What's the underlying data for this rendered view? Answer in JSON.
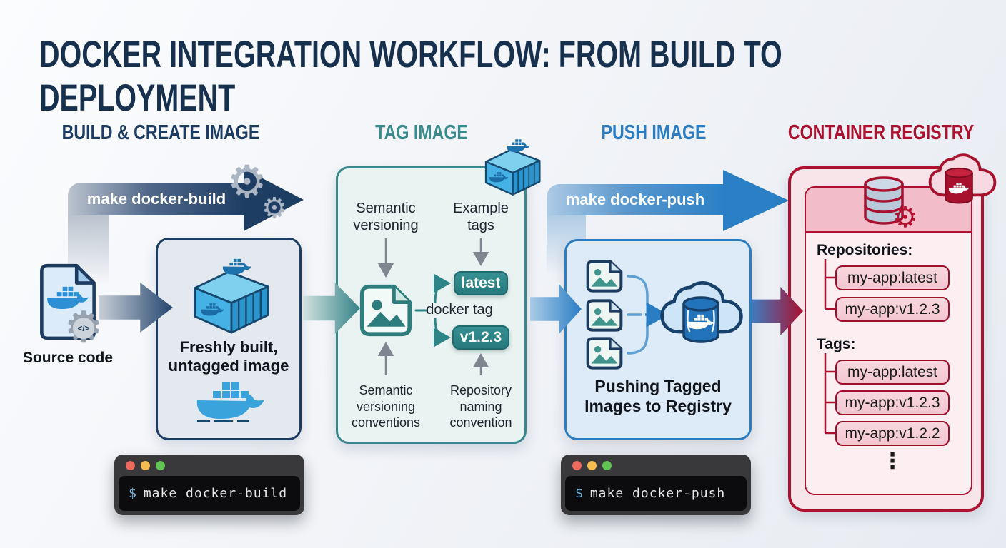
{
  "title": "DOCKER INTEGRATION WORKFLOW: FROM BUILD TO DEPLOYMENT",
  "build": {
    "header": "BUILD & CREATE IMAGE",
    "arrow_label": "make docker-build",
    "source_label": "Source code",
    "box_label": "Freshly built,\nuntagged image",
    "terminal_prompt": "$",
    "terminal_command": "make docker-build"
  },
  "tag": {
    "header": "TAG IMAGE",
    "semantic_versioning_label": "Semantic\nversioning",
    "example_tags_label": "Example\ntags",
    "docker_tag_label": "docker tag",
    "tag_latest": "latest",
    "tag_version": "v1.2.3",
    "semantic_conventions_label": "Semantic\nversioning\nconventions",
    "repo_naming_label": "Repository\nnaming\nconvention"
  },
  "push": {
    "header": "PUSH IMAGE",
    "arrow_label": "make docker-push",
    "box_label": "Pushing Tagged\nImages to Registry",
    "terminal_prompt": "$",
    "terminal_command": "make docker-push"
  },
  "registry": {
    "header": "CONTAINER REGISTRY",
    "repositories_label": "Repositories:",
    "repositories": [
      "my-app:latest",
      "my-app:v1.2.3"
    ],
    "tags_label": "Tags:",
    "tags": [
      "my-app:latest",
      "my-app:v1.2.3",
      "my-app:v1.2.2"
    ],
    "more_indicator": "⋮"
  },
  "colors": {
    "navy": "#1e3d63",
    "teal": "#37888c",
    "blue": "#2b80c5",
    "crimson": "#ad1130"
  }
}
